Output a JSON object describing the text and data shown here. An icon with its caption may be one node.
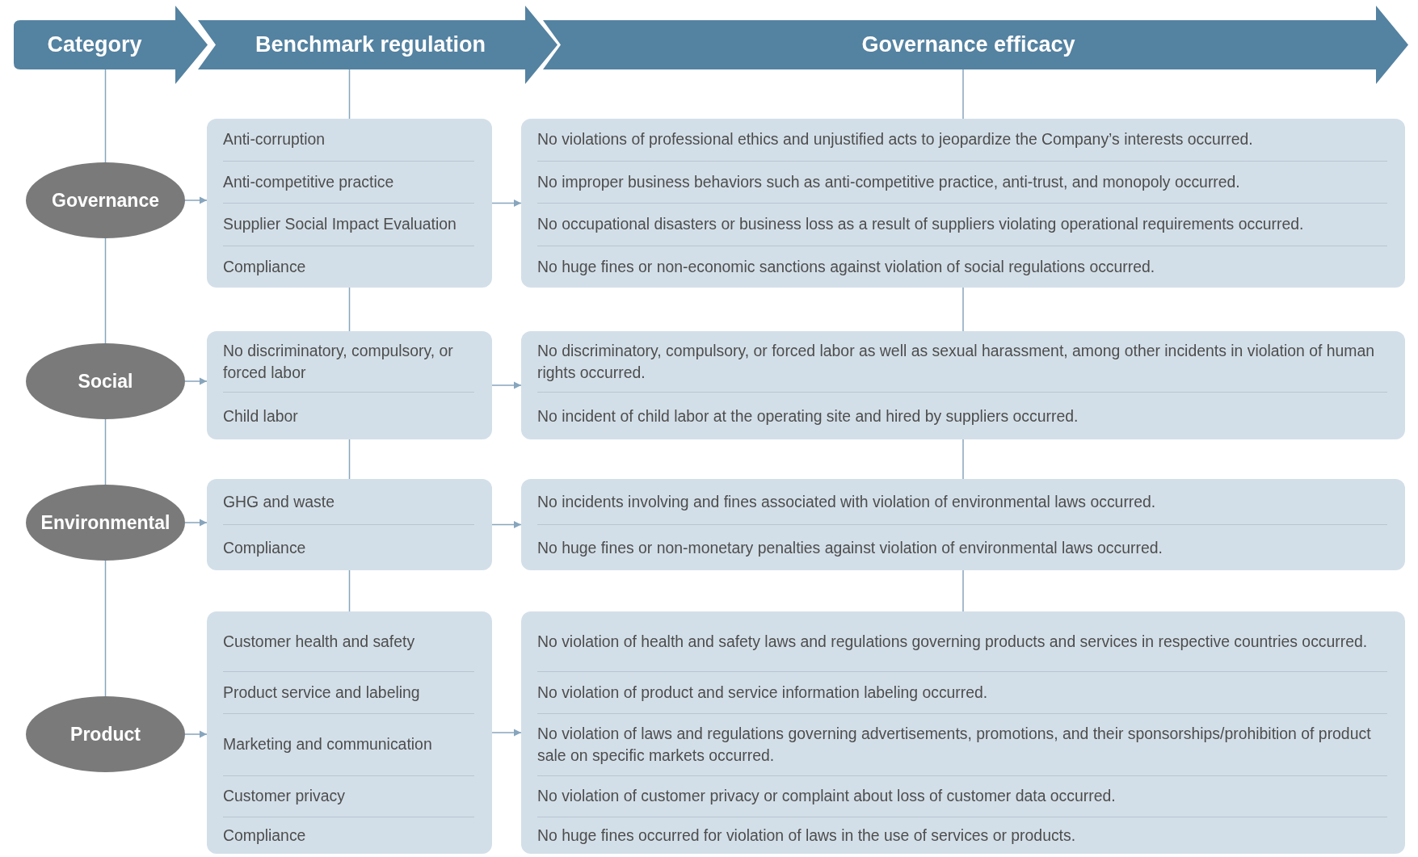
{
  "diagram": {
    "nodes": [
      {
        "text": [
          "Category"
        ]
      },
      {
        "text": [
          "Benchmark regulation"
        ]
      },
      {
        "text": [
          "Governance efficacy"
        ]
      },
      {
        "text": [
          "Governance"
        ]
      },
      {
        "text": [
          "Anti-corruption",
          "Anti-competitive practice",
          "Supplier Social Impact Evaluation",
          "Compliance"
        ]
      },
      {
        "text": [
          "No violations of professional ethics and unjustified acts to jeopardize the Company’s interests occurred.",
          "No improper business behaviors such as anti-competitive practice, anti-trust, and monopoly occurred.",
          "No occupational disasters or business loss as a result of suppliers violating operational requirements occurred.",
          "No huge fines or non-economic sanctions against violation of social regulations occurred."
        ]
      },
      {
        "text": [
          "Social"
        ]
      },
      {
        "text": [
          "No discriminatory, compulsory, or forced labor",
          "Child labor"
        ]
      },
      {
        "text": [
          "No discriminatory, compulsory, or forced labor as well as sexual harassment, among other incidents in violation of human rights occurred.",
          "No incident of child labor at the operating site and hired by suppliers occurred."
        ]
      },
      {
        "text": [
          "Environmental"
        ]
      },
      {
        "text": [
          "GHG and waste",
          "Compliance"
        ]
      },
      {
        "text": [
          "No incidents involving and fines associated with violation of environmental laws occurred.",
          "No huge fines or non-monetary penalties against violation of environmental laws occurred."
        ]
      },
      {
        "text": [
          "Product"
        ]
      },
      {
        "text": [
          "Customer health and safety",
          "Product service and labeling",
          "Marketing and communication",
          "Customer privacy",
          "Compliance"
        ]
      },
      {
        "text": [
          "No violation of health and safety laws and regulations governing products and services in respective countries occurred.",
          "No violation of product and service information labeling occurred.",
          "No violation of laws and regulations governing advertisements, promotions, and their sponsorships/prohibition of product sale on specific markets occurred.",
          "No violation of customer privacy or complaint about loss of customer data occurred.",
          "No huge fines occurred for violation of laws in the use of services or products."
        ]
      }
    ],
    "edges": [
      {
        "from": 3,
        "to": 4,
        "arrow": "to"
      },
      {
        "from": 4,
        "to": 5,
        "arrow": "to"
      },
      {
        "from": 6,
        "to": 7,
        "arrow": "to"
      },
      {
        "from": 7,
        "to": 8,
        "arrow": "to"
      },
      {
        "from": 9,
        "to": 10,
        "arrow": "to"
      },
      {
        "from": 10,
        "to": 11,
        "arrow": "to"
      },
      {
        "from": 12,
        "to": 13,
        "arrow": "to"
      },
      {
        "from": 13,
        "to": 14,
        "arrow": "to"
      },
      {
        "from": 0,
        "to": 3,
        "arrow": "none"
      },
      {
        "from": 3,
        "to": 6,
        "arrow": "none"
      },
      {
        "from": 6,
        "to": 9,
        "arrow": "none"
      },
      {
        "from": 9,
        "to": 12,
        "arrow": "none"
      },
      {
        "from": 1,
        "to": 4,
        "arrow": "none"
      },
      {
        "from": 4,
        "to": 7,
        "arrow": "none"
      },
      {
        "from": 7,
        "to": 10,
        "arrow": "none"
      },
      {
        "from": 10,
        "to": 13,
        "arrow": "none"
      },
      {
        "from": 2,
        "to": 5,
        "arrow": "none"
      },
      {
        "from": 5,
        "to": 8,
        "arrow": "none"
      },
      {
        "from": 8,
        "to": 11,
        "arrow": "none"
      },
      {
        "from": 11,
        "to": 14,
        "arrow": "none"
      }
    ]
  }
}
